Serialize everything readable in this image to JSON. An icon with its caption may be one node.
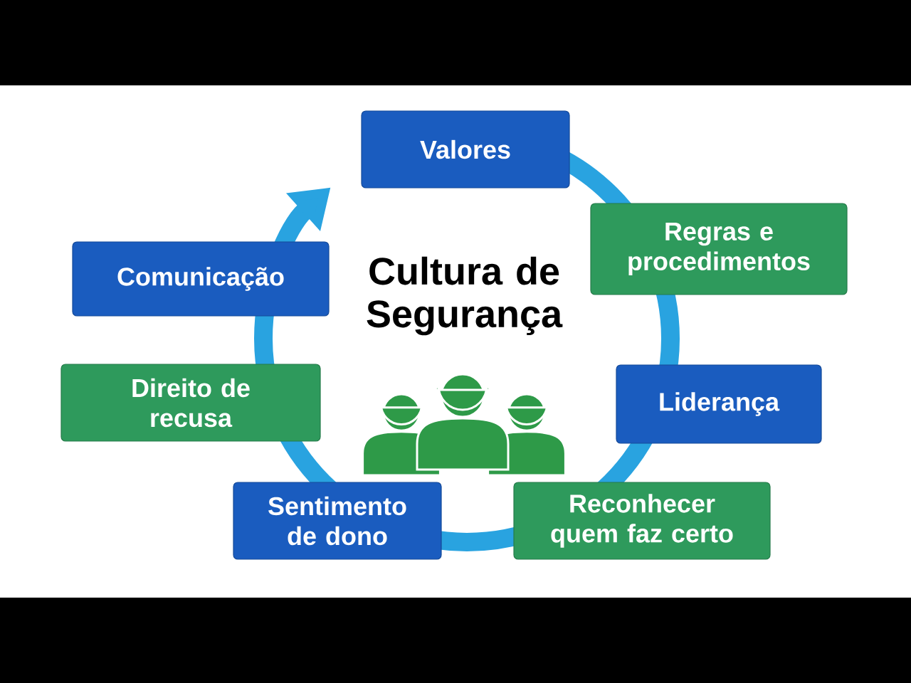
{
  "diagram": {
    "title": "Cultura de Segurança",
    "nodes": [
      {
        "text": [
          "Valores"
        ]
      },
      {
        "text": [
          "Regras e procedimentos"
        ]
      },
      {
        "text": [
          "Liderança"
        ]
      },
      {
        "text": [
          "Reconhecer quem faz certo"
        ]
      },
      {
        "text": [
          "Sentimento de dono"
        ]
      },
      {
        "text": [
          "Direito de recusa"
        ]
      },
      {
        "text": [
          "Comunicação"
        ]
      }
    ]
  }
}
